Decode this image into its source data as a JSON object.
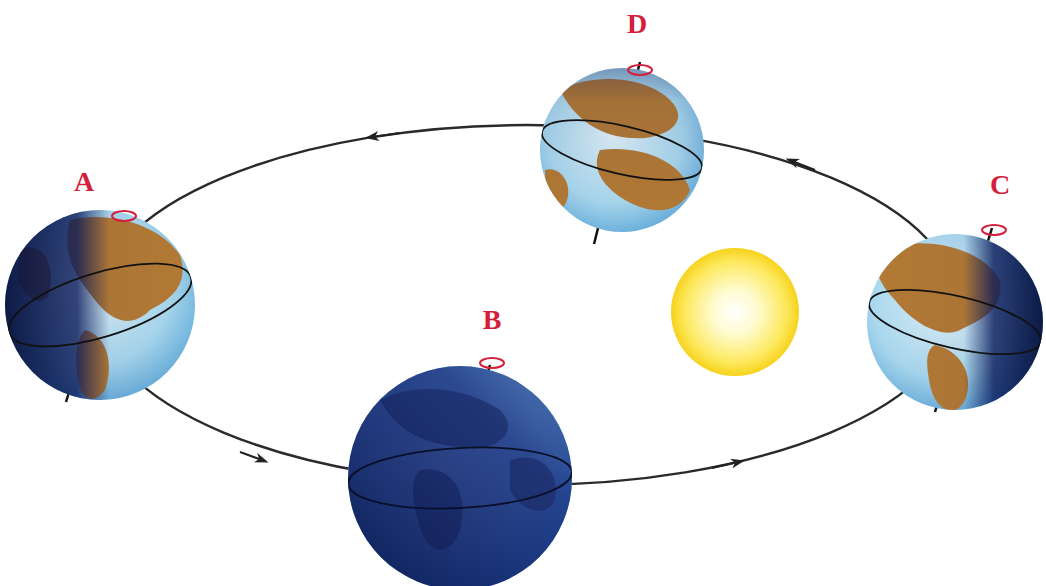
{
  "diagram": {
    "labels": [
      "D",
      "A",
      "C",
      "B"
    ]
  }
}
